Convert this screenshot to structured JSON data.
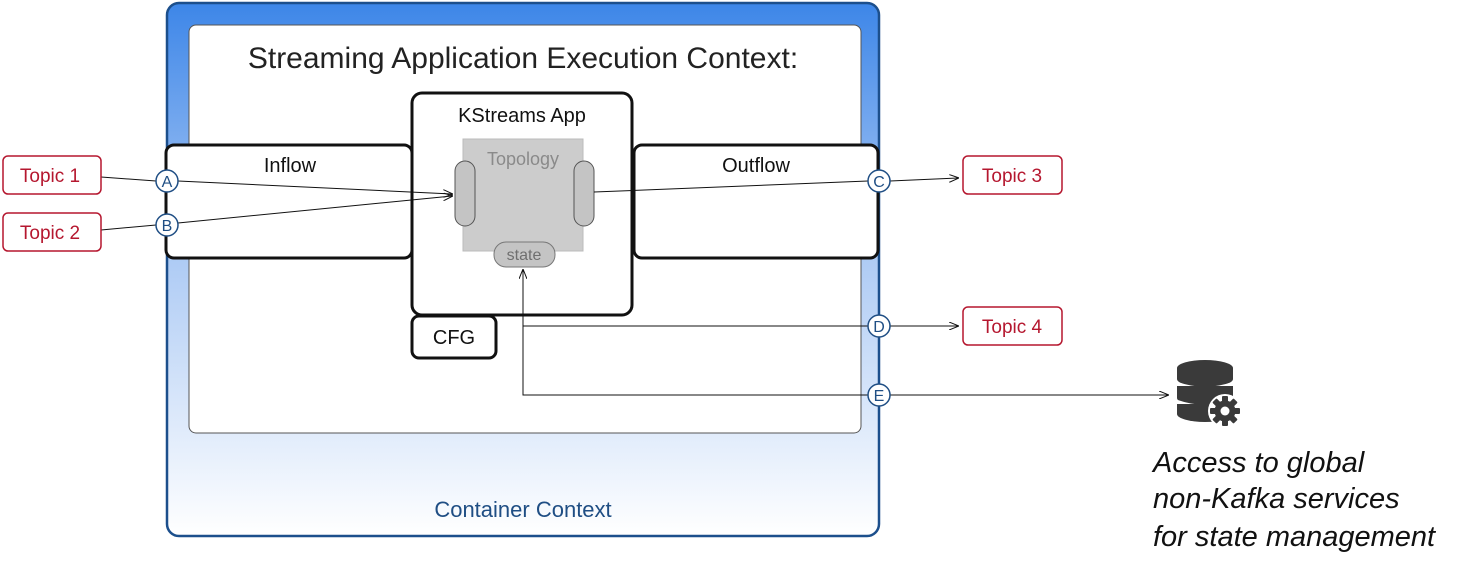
{
  "title": "Streaming Application Execution Context:",
  "container_label": "Container Context",
  "app": {
    "title": "KStreams App",
    "topology_label": "Topology",
    "state_label": "state",
    "config_label": "CFG"
  },
  "inflow_label": "Inflow",
  "outflow_label": "Outflow",
  "topics": {
    "topic1": "Topic 1",
    "topic2": "Topic 2",
    "topic3": "Topic 3",
    "topic4": "Topic 4"
  },
  "ports": {
    "a": "A",
    "b": "B",
    "c": "C",
    "d": "D",
    "e": "E"
  },
  "external_note": {
    "line1": "Access to global",
    "line2": "non-Kafka services",
    "line3": "for state management"
  },
  "icons": {
    "database": "database-gear-icon"
  },
  "colors": {
    "topic": "#b5172f",
    "port": "#1f4e84",
    "container_border": "#1c4f8c",
    "container_top": "#3d86e8",
    "container_label": "#1f4e84",
    "topology_fill": "#cccccc"
  }
}
